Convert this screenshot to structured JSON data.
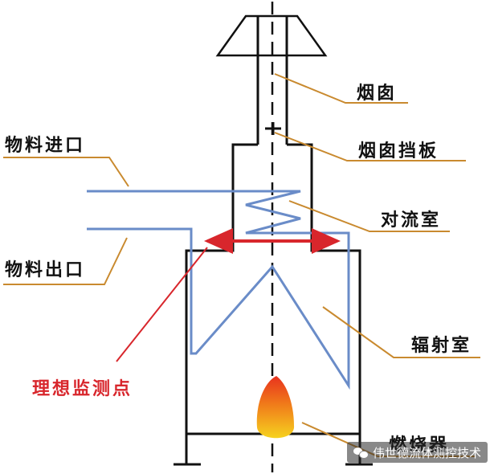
{
  "labels": {
    "chimney": "烟囱",
    "damper": "烟囱挡板",
    "convection": "对流室",
    "radiant": "辐射室",
    "burner": "燃烧器",
    "inlet": "物料进口",
    "outlet": "物料出口",
    "monitor_point": "理想监测点"
  },
  "watermark": {
    "text": "伟世德流体测控技术"
  },
  "colors": {
    "structure": "#111111",
    "coil": "#6a8cc8",
    "leader": "#c98a2f",
    "monitor": "#d8262c",
    "flame_outer": "#e8321e",
    "flame_inner": "#f6d21f"
  }
}
